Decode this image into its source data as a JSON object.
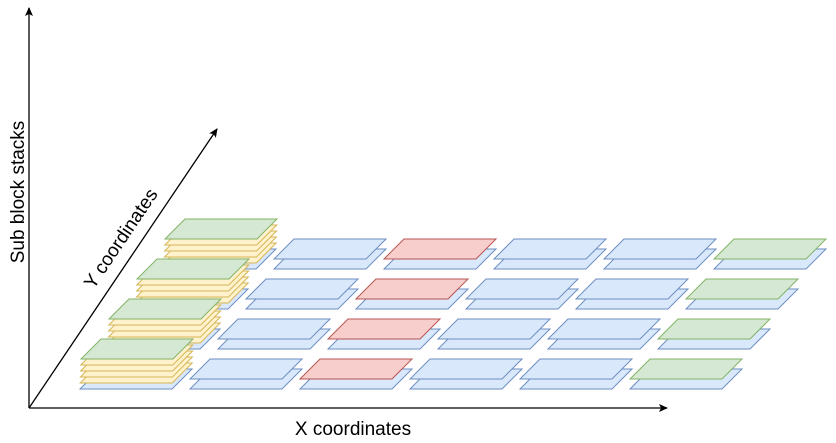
{
  "labels": {
    "x_axis": "X coordinates",
    "y_axis": "Y coordinates",
    "z_axis": "Sub block stacks"
  },
  "colors": {
    "blue_fill": "#dae8fc",
    "blue_stroke": "#6c8ebf",
    "green_fill": "#d5e8d4",
    "green_stroke": "#82b366",
    "red_fill": "#f8cecc",
    "red_stroke": "#b85450",
    "yellow_fill": "#fff2cc",
    "yellow_stroke": "#d6b656"
  },
  "grid": {
    "columns": 6,
    "rows": 4,
    "stacks": [
      {
        "column": 1,
        "row": 1,
        "layers": [
          "blue",
          "yellow",
          "yellow",
          "yellow",
          "yellow",
          "green"
        ]
      },
      {
        "column": 1,
        "row": 2,
        "layers": [
          "blue",
          "yellow",
          "yellow",
          "yellow",
          "yellow",
          "green"
        ]
      },
      {
        "column": 1,
        "row": 3,
        "layers": [
          "blue",
          "yellow",
          "yellow",
          "yellow",
          "yellow",
          "green"
        ]
      },
      {
        "column": 1,
        "row": 4,
        "layers": [
          "blue",
          "yellow",
          "yellow",
          "yellow",
          "yellow",
          "green"
        ]
      },
      {
        "column": 2,
        "row": 1,
        "layers": [
          "blue",
          "blue"
        ]
      },
      {
        "column": 2,
        "row": 2,
        "layers": [
          "blue",
          "blue"
        ]
      },
      {
        "column": 2,
        "row": 3,
        "layers": [
          "blue",
          "blue"
        ]
      },
      {
        "column": 2,
        "row": 4,
        "layers": [
          "blue",
          "blue"
        ]
      },
      {
        "column": 3,
        "row": 1,
        "layers": [
          "blue",
          "red"
        ]
      },
      {
        "column": 3,
        "row": 2,
        "layers": [
          "blue",
          "red"
        ]
      },
      {
        "column": 3,
        "row": 3,
        "layers": [
          "blue",
          "red"
        ]
      },
      {
        "column": 3,
        "row": 4,
        "layers": [
          "blue",
          "red"
        ]
      },
      {
        "column": 4,
        "row": 1,
        "layers": [
          "blue",
          "blue"
        ]
      },
      {
        "column": 4,
        "row": 2,
        "layers": [
          "blue",
          "blue"
        ]
      },
      {
        "column": 4,
        "row": 3,
        "layers": [
          "blue",
          "blue"
        ]
      },
      {
        "column": 4,
        "row": 4,
        "layers": [
          "blue",
          "blue"
        ]
      },
      {
        "column": 5,
        "row": 1,
        "layers": [
          "blue",
          "blue"
        ]
      },
      {
        "column": 5,
        "row": 2,
        "layers": [
          "blue",
          "blue"
        ]
      },
      {
        "column": 5,
        "row": 3,
        "layers": [
          "blue",
          "blue"
        ]
      },
      {
        "column": 5,
        "row": 4,
        "layers": [
          "blue",
          "blue"
        ]
      },
      {
        "column": 6,
        "row": 1,
        "layers": [
          "blue",
          "green"
        ]
      },
      {
        "column": 6,
        "row": 2,
        "layers": [
          "blue",
          "green"
        ]
      },
      {
        "column": 6,
        "row": 3,
        "layers": [
          "blue",
          "green"
        ]
      },
      {
        "column": 6,
        "row": 4,
        "layers": [
          "blue",
          "green"
        ]
      }
    ]
  }
}
